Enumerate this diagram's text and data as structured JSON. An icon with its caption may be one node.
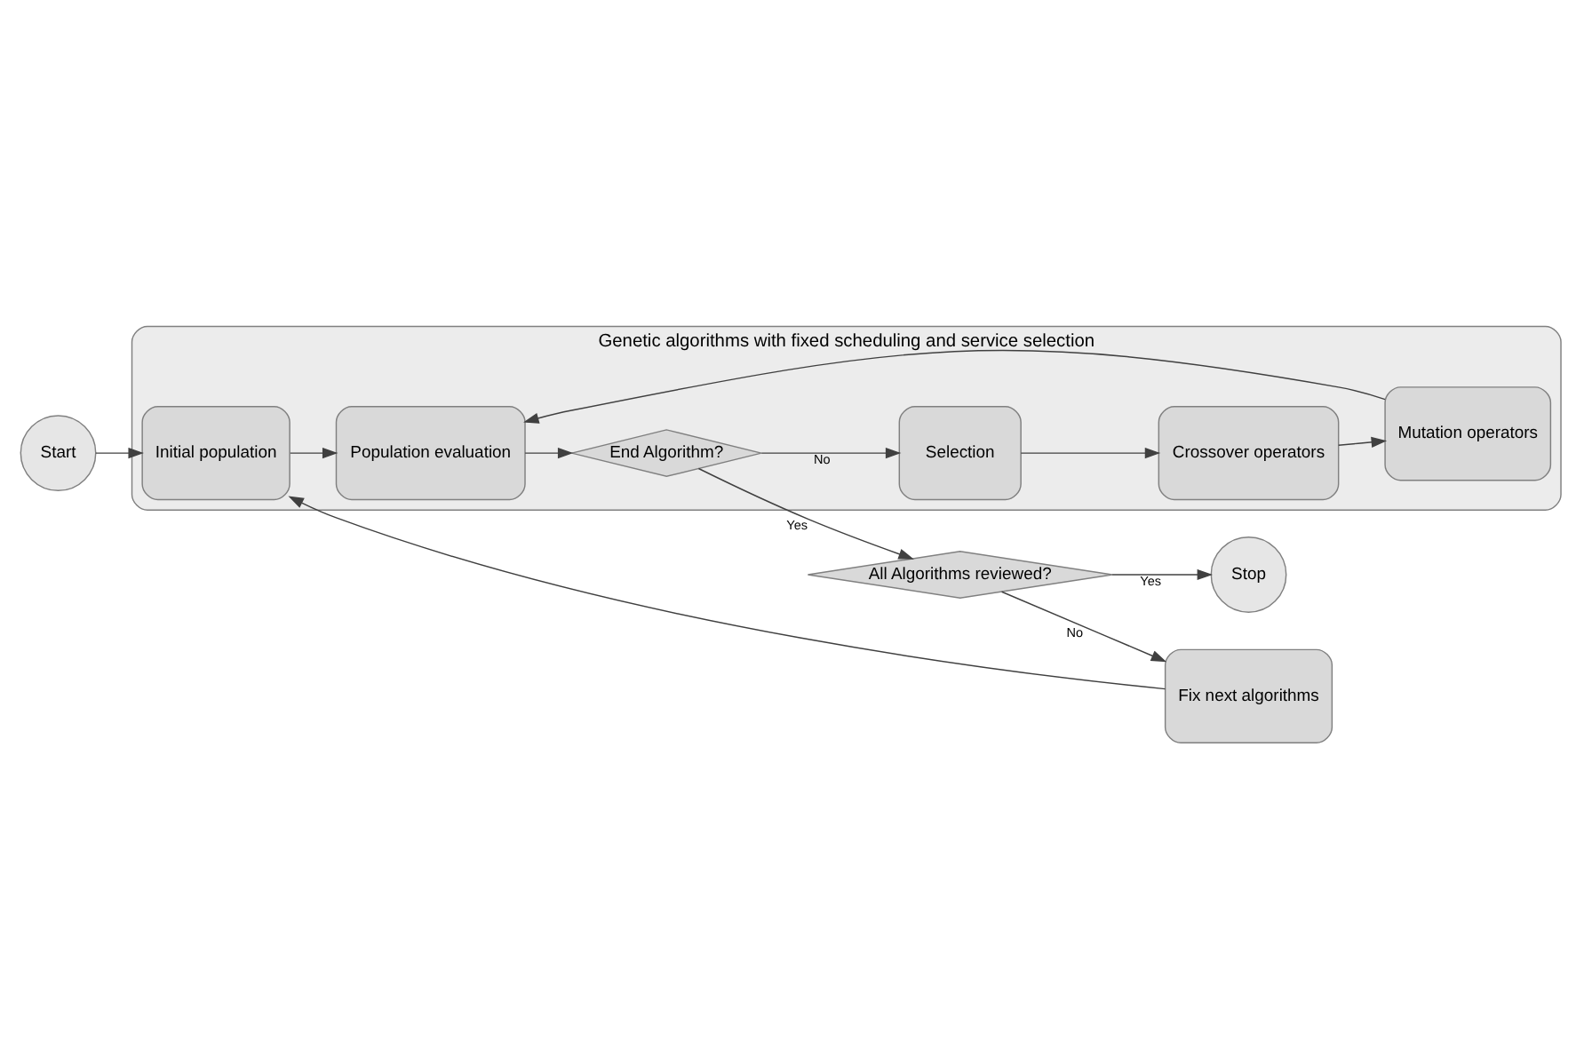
{
  "diagram": {
    "nodes": [
      {
        "text": [
          "Start"
        ]
      },
      {
        "text": [
          "Genetic algorithms with fixed scheduling and service selection"
        ]
      },
      {
        "text": [
          "Initial population"
        ],
        "in": 1
      },
      {
        "text": [
          "Population evaluation"
        ],
        "in": 1
      },
      {
        "text": [
          "End Algorithm?"
        ],
        "in": 1
      },
      {
        "text": [
          "Selection"
        ],
        "in": 1
      },
      {
        "text": [
          "Crossover operators"
        ],
        "in": 1
      },
      {
        "text": [
          "Mutation operators"
        ],
        "in": 1
      },
      {
        "text": [
          "All Algorithms reviewed?"
        ]
      },
      {
        "text": [
          "Fix next algorithms"
        ]
      },
      {
        "text": [
          "Stop"
        ]
      }
    ],
    "edges": [
      {
        "from": 0,
        "to": 2,
        "arrow": "to"
      },
      {
        "from": 2,
        "to": 3,
        "arrow": "to"
      },
      {
        "from": 3,
        "to": 4,
        "arrow": "to"
      },
      {
        "from": 4,
        "to": 5,
        "arrow": "to",
        "label": "No"
      },
      {
        "from": 5,
        "to": 6,
        "arrow": "to"
      },
      {
        "from": 6,
        "to": 7,
        "arrow": "to"
      },
      {
        "from": 7,
        "to": 3,
        "arrow": "to"
      },
      {
        "from": 4,
        "to": 8,
        "arrow": "to",
        "label": "Yes"
      },
      {
        "from": 8,
        "to": 9,
        "arrow": "to",
        "label": "No"
      },
      {
        "from": 8,
        "to": 10,
        "arrow": "to",
        "label": "Yes"
      },
      {
        "from": 9,
        "to": 2,
        "arrow": "to"
      }
    ]
  }
}
